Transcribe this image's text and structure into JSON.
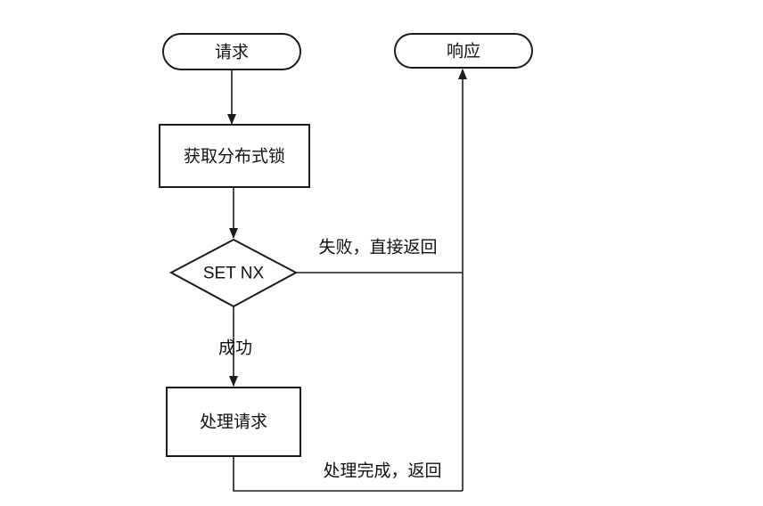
{
  "diagram": {
    "background_color": "#ffffff",
    "stroke_color": "#1c1c1c",
    "text_color": "#111111",
    "nodes": {
      "request": {
        "shape": "stadium",
        "label": "请求"
      },
      "response": {
        "shape": "stadium",
        "label": "响应"
      },
      "acquire_lock": {
        "shape": "process",
        "label": "获取分布式锁"
      },
      "set_nx": {
        "shape": "decision",
        "label": "SET NX"
      },
      "handle_request": {
        "shape": "process",
        "label": "处理请求"
      }
    },
    "edge_labels": {
      "fail": "失败，直接返回",
      "success": "成功",
      "done": "处理完成，返回"
    }
  }
}
